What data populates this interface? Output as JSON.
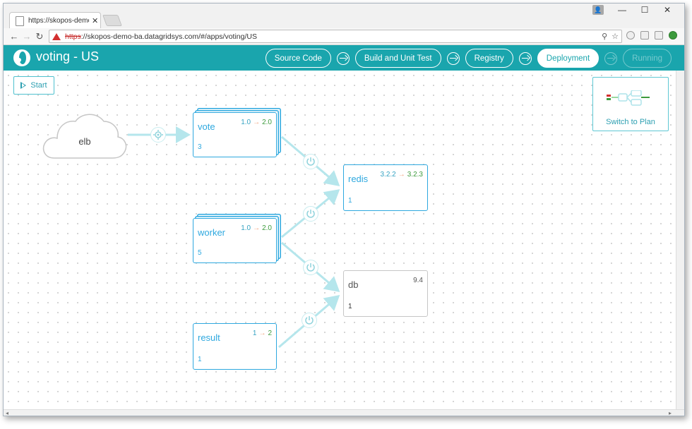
{
  "browser": {
    "tab_title": "https://skopos-demo-ba",
    "tab_close": "✕",
    "url_scheme": "https",
    "url_rest": "://skopos-demo-ba.datagridsys.com/#/apps/voting/US",
    "win_minimize": "—",
    "win_maximize": "☐",
    "win_close": "✕"
  },
  "header": {
    "title": "voting - US",
    "stages": [
      {
        "label": "Source Code"
      },
      {
        "label": "Build and Unit Test"
      },
      {
        "label": "Registry"
      },
      {
        "label": "Deployment"
      },
      {
        "label": "Running"
      }
    ]
  },
  "canvas": {
    "start_label": "Start",
    "switch_label": "Switch to Plan",
    "elb_label": "elb",
    "nodes": {
      "vote": {
        "name": "vote",
        "count": "3",
        "ver_old": "1.0",
        "ver_new": "2.0"
      },
      "worker": {
        "name": "worker",
        "count": "5",
        "ver_old": "1.0",
        "ver_new": "2.0"
      },
      "result": {
        "name": "result",
        "count": "1",
        "ver_old": "1",
        "ver_new": "2"
      },
      "redis": {
        "name": "redis",
        "count": "1",
        "ver_old": "3.2.2",
        "ver_new": "3.2.3"
      },
      "db": {
        "name": "db",
        "count": "1",
        "ver": "9.4"
      }
    },
    "arrow_glyph": "→"
  },
  "colors": {
    "accent": "#1aa5ad",
    "node_border": "#2ea8df",
    "edge": "#b5e6ec",
    "new_version": "#3d9b3d",
    "arrow": "#f2a27d"
  }
}
